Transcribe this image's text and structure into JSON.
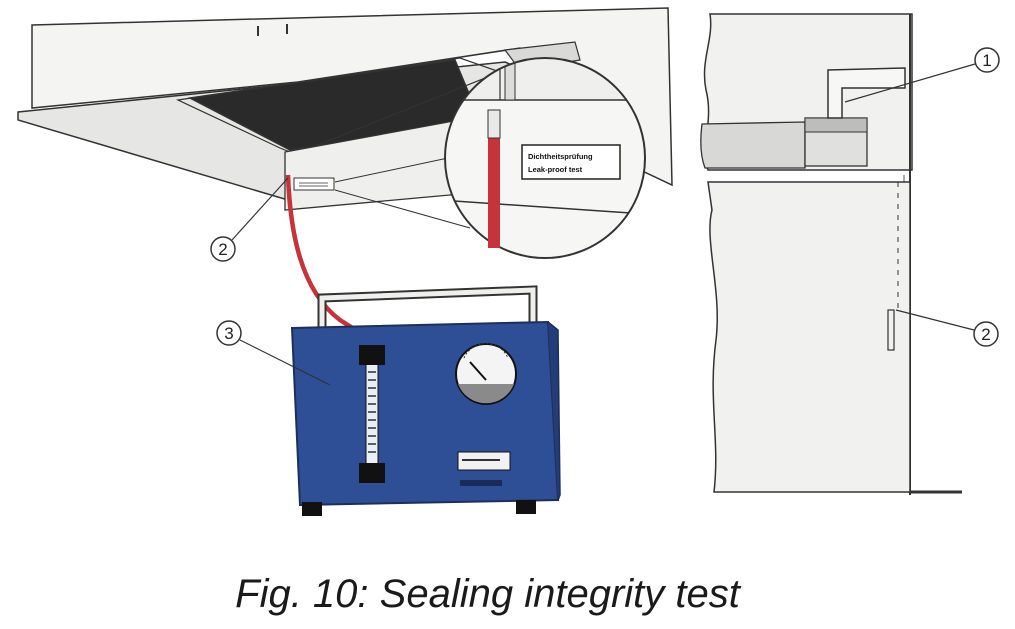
{
  "caption": "Fig. 10: Sealing integrity test",
  "left_view": {
    "callouts": [
      {
        "id": "2",
        "label": "2"
      },
      {
        "id": "3",
        "label": "3"
      }
    ],
    "magnifier_label": {
      "line1": "Dichtheitsprüfung",
      "line2": "Leak-proof test"
    }
  },
  "right_view": {
    "callouts": [
      {
        "id": "1",
        "label": "1"
      },
      {
        "id": "2",
        "label": "2"
      }
    ]
  },
  "colors": {
    "device_blue": "#2e4f96",
    "hose_red": "#c4343a",
    "outline": "#333333",
    "panel_grey": "#ececea",
    "filter_dark": "#2a2a2a"
  }
}
